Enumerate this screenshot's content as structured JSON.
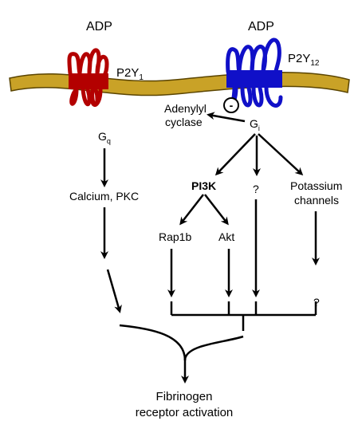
{
  "labels": {
    "adp_left": "ADP",
    "adp_right": "ADP",
    "p2y1_main": "P2Y",
    "p2y1_sub": "1",
    "p2y12_main": "P2Y",
    "p2y12_sub": "12",
    "adenylyl": "Adenylyl",
    "cyclase": "cyclase",
    "inhibit_sign": "-",
    "gq_main": "G",
    "gq_sub": "q",
    "gi_main": "G",
    "gi_sub": "i",
    "calcium_pkc": "Calcium, PKC",
    "pi3k": "PI3K",
    "question_mid": "?",
    "potassium": "Potassium",
    "channels": "channels",
    "rap1b": "Rap1b",
    "akt": "Akt",
    "question_right": "?",
    "fibrinogen": "Fibrinogen",
    "receptor_activation": "receptor activation"
  },
  "colors": {
    "membrane": "#c9a227",
    "p2y1_receptor": "#b30000",
    "p2y12_receptor": "#1010c8"
  }
}
